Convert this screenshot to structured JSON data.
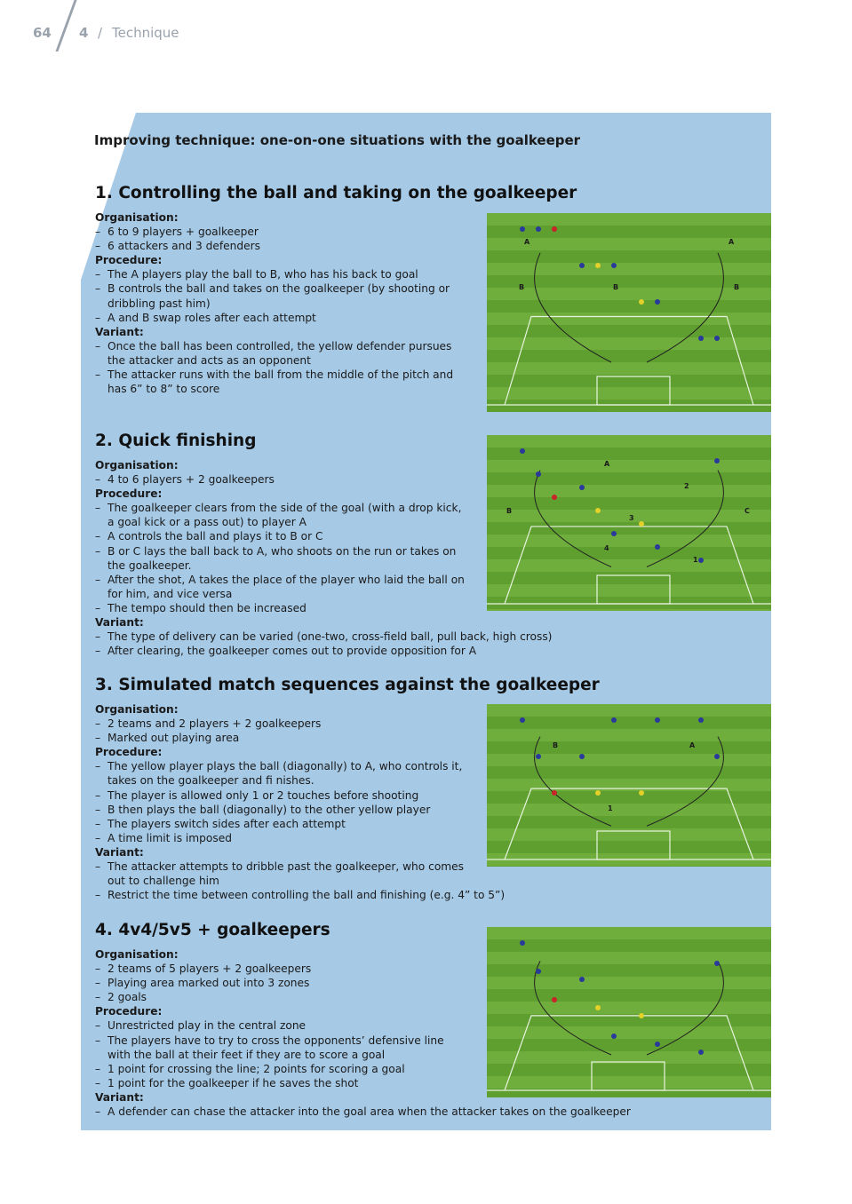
{
  "running_head": {
    "page_number": "64",
    "chapter_number": "4",
    "separator": "/",
    "chapter_title": "Technique"
  },
  "main_title": "Improving technique: one-on-one situations with the goalkeeper",
  "sections": [
    {
      "heading": "1. Controlling the ball and taking on the goalkeeper",
      "groups": [
        {
          "label": "Organisation:",
          "items": [
            "6 to 9 players + goalkeeper",
            "6 attackers and 3 defenders"
          ]
        },
        {
          "label": "Procedure:",
          "items": [
            "The A players play the ball to B, who has his back to goal",
            "B controls the ball and takes on the goalkeeper (by shooting or dribbling past him)",
            "A and B swap roles after each attempt"
          ]
        },
        {
          "label": "Variant:",
          "items": [
            "Once the ball has been controlled, the yellow defender pursues the attacker and acts as an opponent",
            "The attacker runs with the ball from the middle of the pitch and has 6” to 8” to score"
          ]
        }
      ],
      "diagram_labels": [
        "A",
        "A",
        "B",
        "B",
        "B"
      ]
    },
    {
      "heading": "2. Quick finishing",
      "groups": [
        {
          "label": "Organisation:",
          "items": [
            "4 to 6 players + 2 goalkeepers"
          ]
        },
        {
          "label": "Procedure:",
          "items": [
            "The goalkeeper clears from the side of the goal (with a drop kick, a goal kick or a pass out) to player A",
            "A controls the ball and plays it to B or C",
            "B or C lays the ball back to A, who shoots on the run or takes on the goalkeeper.",
            "After the shot, A takes the place of the player who laid the ball on for him, and vice versa",
            "The tempo should then be increased"
          ]
        },
        {
          "label": "Variant:",
          "items": [
            "The type of delivery can be varied (one-two, cross-field ball, pull back, high cross)",
            "After clearing, the goalkeeper comes out to provide opposition for A"
          ]
        }
      ],
      "diagram_labels": [
        "A",
        "B",
        "C",
        "1",
        "2",
        "3",
        "4"
      ]
    },
    {
      "heading": "3. Simulated match sequences against the goalkeeper",
      "groups": [
        {
          "label": "Organisation:",
          "items": [
            "2 teams and 2 players + 2 goalkeepers",
            "Marked out playing area"
          ]
        },
        {
          "label": "Procedure:",
          "items": [
            "The yellow player plays the ball (diagonally) to A, who controls it, takes on the goalkeeper and fi nishes.",
            "The player is allowed only 1 or 2 touches before shooting",
            "B then plays the ball (diagonally) to the other yellow player",
            "The players switch sides after each attempt",
            "A time limit is imposed"
          ]
        },
        {
          "label": "Variant:",
          "items": [
            "The attacker attempts to dribble past the goalkeeper, who comes out to challenge him",
            "Restrict the time between controlling the ball and finishing (e.g. 4” to 5”)"
          ]
        }
      ],
      "diagram_labels": [
        "B",
        "A",
        "1"
      ]
    },
    {
      "heading": "4. 4v4/5v5 + goalkeepers",
      "groups": [
        {
          "label": "Organisation:",
          "items": [
            "2 teams of 5 players + 2 goalkeepers",
            "Playing area marked out into 3 zones",
            "2 goals"
          ]
        },
        {
          "label": "Procedure:",
          "items": [
            "Unrestricted play in the central zone",
            "The players have to try to cross the opponents’ defensive line with the ball at their feet if they are to score a goal",
            "1 point for crossing the line; 2 points for scoring a goal",
            "1 point for the goalkeeper if he saves the shot"
          ]
        },
        {
          "label": "Variant:",
          "items": [
            "A defender can chase the attacker into the goal area when the attacker takes on the goalkeeper"
          ]
        }
      ],
      "diagram_labels": []
    }
  ],
  "colors": {
    "panel": "#a6c9e6",
    "pitch": "#6fae3c",
    "running_head": "#9aa3ad"
  }
}
